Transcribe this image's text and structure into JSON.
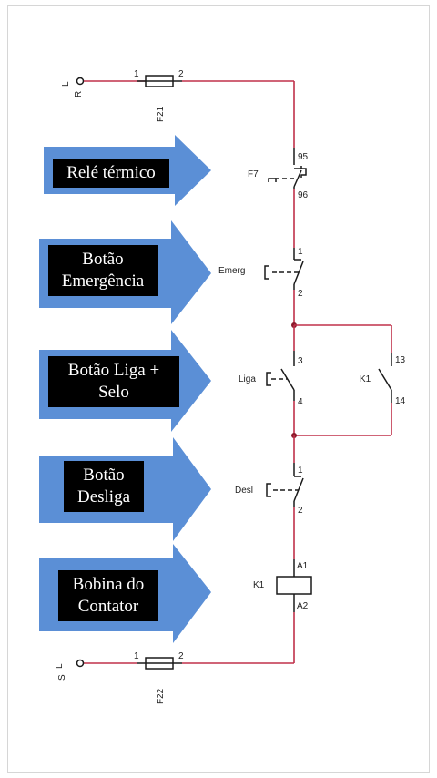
{
  "colors": {
    "wire": "#c0304a",
    "arrow": "#5b8fd6",
    "label_bg": "#000000",
    "label_text": "#ffffff"
  },
  "terminals": {
    "top_phase": "R",
    "top_node": "L",
    "bottom_phase": "S",
    "bottom_node": "L"
  },
  "fuses": {
    "top": {
      "name": "F21",
      "pin1": "1",
      "pin2": "2"
    },
    "bottom": {
      "name": "F22",
      "pin1": "1",
      "pin2": "2"
    }
  },
  "components": {
    "thermal": {
      "name": "F7",
      "pin_top": "95",
      "pin_bottom": "96"
    },
    "emergency": {
      "name": "Emerg",
      "pin_top": "1",
      "pin_bottom": "2"
    },
    "start": {
      "name": "Liga",
      "pin_top": "3",
      "pin_bottom": "4"
    },
    "seal": {
      "name": "K1",
      "pin_top": "13",
      "pin_bottom": "14"
    },
    "stop": {
      "name": "Desl",
      "pin_top": "1",
      "pin_bottom": "2"
    },
    "coil": {
      "name": "K1",
      "pin_top": "A1",
      "pin_bottom": "A2"
    }
  },
  "labels": [
    {
      "lines": [
        "Relé térmico"
      ]
    },
    {
      "lines": [
        "Botão",
        "Emergência"
      ]
    },
    {
      "lines": [
        "Botão Liga +",
        "Selo"
      ]
    },
    {
      "lines": [
        "Botão",
        "Desliga"
      ]
    },
    {
      "lines": [
        "Bobina do",
        "Contator"
      ]
    }
  ]
}
